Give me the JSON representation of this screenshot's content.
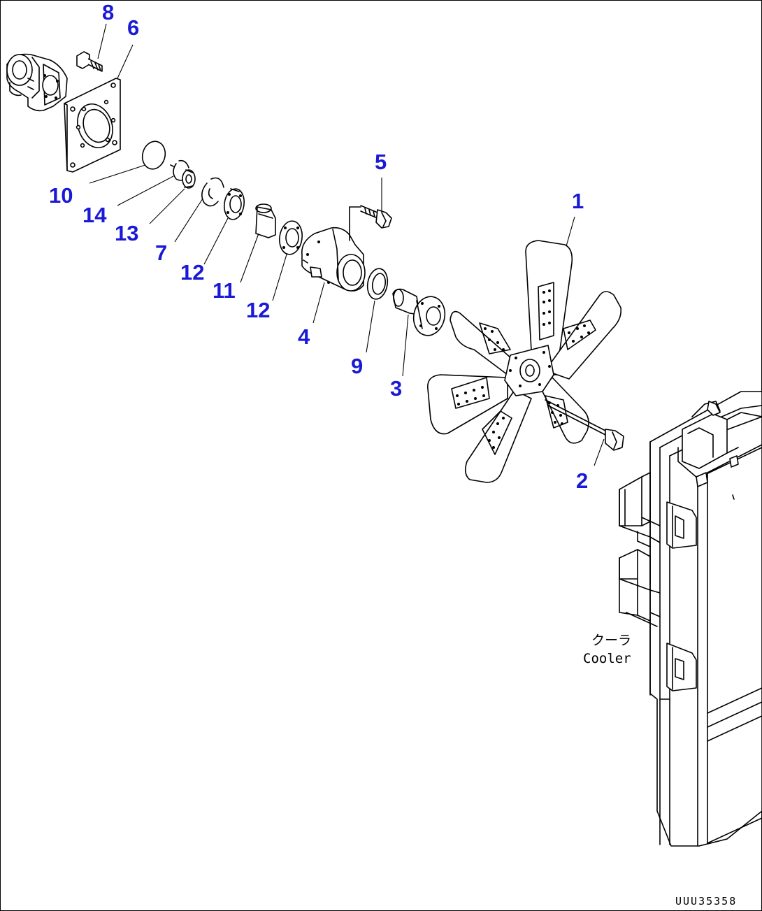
{
  "callouts": [
    {
      "id": "1",
      "label": "1"
    },
    {
      "id": "2",
      "label": "2"
    },
    {
      "id": "3",
      "label": "3"
    },
    {
      "id": "4",
      "label": "4"
    },
    {
      "id": "5",
      "label": "5"
    },
    {
      "id": "6",
      "label": "6"
    },
    {
      "id": "7",
      "label": "7"
    },
    {
      "id": "8",
      "label": "8"
    },
    {
      "id": "9",
      "label": "9"
    },
    {
      "id": "10",
      "label": "10"
    },
    {
      "id": "11",
      "label": "11"
    },
    {
      "id": "12a",
      "label": "12"
    },
    {
      "id": "12b",
      "label": "12"
    },
    {
      "id": "13",
      "label": "13"
    },
    {
      "id": "14",
      "label": "14"
    }
  ],
  "notes": {
    "cooler_jp": "クーラ",
    "cooler_en": "Cooler",
    "drawing_code": "UUU35358"
  },
  "colors": {
    "callout": "#1a1ad6",
    "line": "#000000",
    "background": "#ffffff"
  }
}
